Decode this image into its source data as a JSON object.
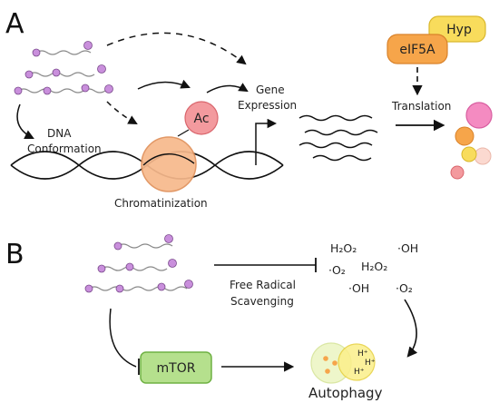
{
  "panel_a": {
    "letter": "A",
    "labels": {
      "dna_conformation_1": "DNA",
      "dna_conformation_2": "Conformation",
      "chromatinization": "Chromatinization",
      "gene_1": "Gene",
      "gene_2": "Expression",
      "translation": "Translation"
    },
    "ac": "Ac",
    "eif5a": "eIF5A",
    "hyp": "Hyp"
  },
  "panel_b": {
    "letter": "B",
    "radicals": {
      "h2o2_1": "H₂O₂",
      "oh_1": "·OH",
      "o2_1": "·O₂",
      "h2o2_2": "H₂O₂",
      "oh_2": "·OH",
      "o2_2": "·O₂"
    },
    "free_radical_1": "Free Radical",
    "free_radical_2": "Scavenging",
    "mtor": "mTOR",
    "autophagy": "Autophagy",
    "protons": [
      "H⁺",
      "H⁺",
      "H⁺"
    ]
  },
  "colors": {
    "polyamine_bead": "#c98fdc",
    "polyamine_chain": "#888888",
    "ac": "#f39a9e",
    "nucleosome": "#f7b98c",
    "eif5a": "#f6a54a",
    "hyp": "#f8dc5c",
    "mtor_fill": "#b5e08d",
    "mtor_stroke": "#6fb143"
  }
}
